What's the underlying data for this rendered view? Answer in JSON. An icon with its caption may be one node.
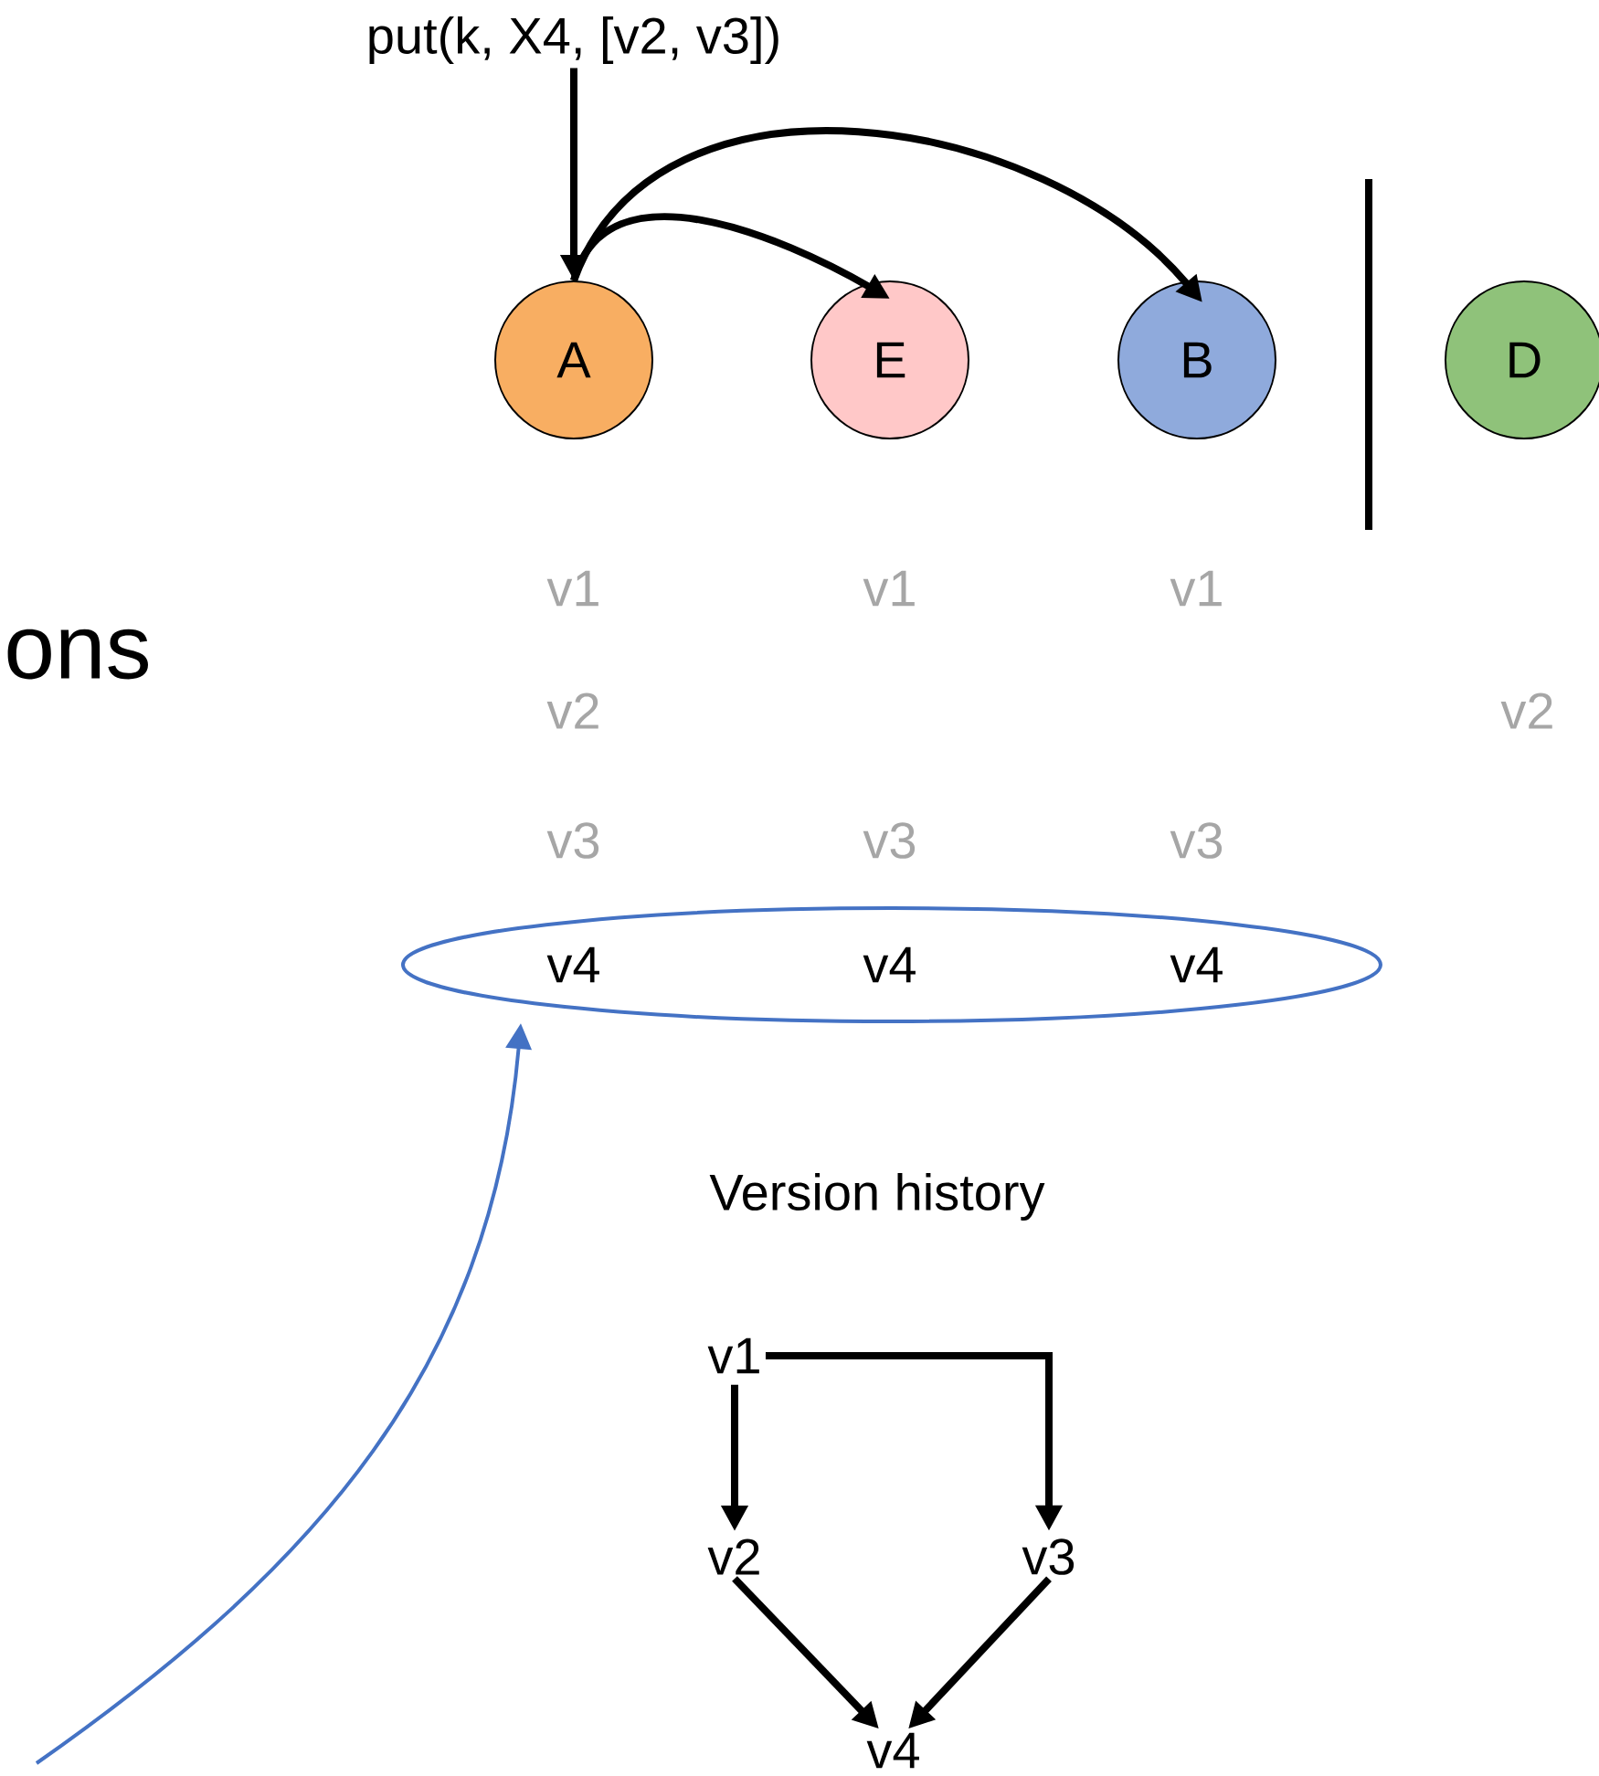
{
  "diagram": {
    "nodes": [
      {
        "text": [
          "put(k, X4, [v2, v3])"
        ]
      },
      {
        "text": [
          "A"
        ]
      },
      {
        "text": [
          "E"
        ]
      },
      {
        "text": [
          "B"
        ]
      },
      {
        "text": [
          "D"
        ]
      },
      {
        "text": [
          "v4",
          "v4",
          "v4"
        ]
      },
      {
        "text": [
          "v1"
        ]
      },
      {
        "text": [
          "v2"
        ]
      },
      {
        "text": [
          "v3"
        ]
      },
      {
        "text": [
          "v4"
        ]
      }
    ],
    "edges": [
      {
        "from": 0,
        "to": 1,
        "arrow": "to"
      },
      {
        "from": 1,
        "to": 2,
        "arrow": "to"
      },
      {
        "from": 1,
        "to": 3,
        "arrow": "to"
      },
      {
        "from": null,
        "to": 5,
        "arrow": "to",
        "color": "#4472c4"
      },
      {
        "from": 6,
        "to": 7,
        "arrow": "to"
      },
      {
        "from": 6,
        "to": 8,
        "arrow": "to"
      },
      {
        "from": 7,
        "to": 9,
        "arrow": "to"
      },
      {
        "from": 8,
        "to": 9,
        "arrow": "to"
      }
    ],
    "labels": [
      "ons",
      "v1",
      "v1",
      "v1",
      "v2",
      "v2",
      "v3",
      "v3",
      "v3",
      "Version history"
    ]
  }
}
